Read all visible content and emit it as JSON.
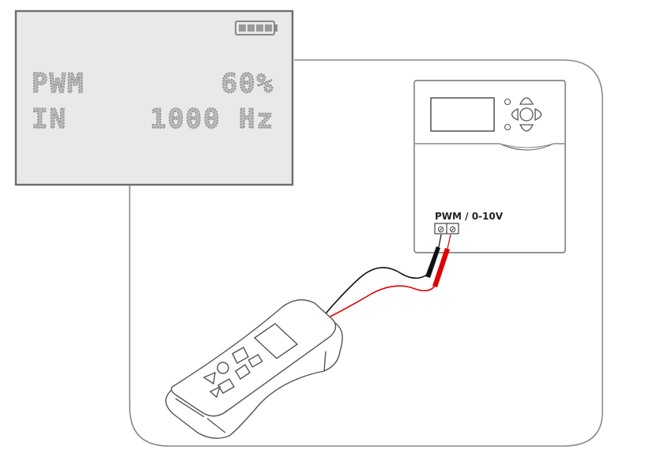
{
  "lcd": {
    "row1_label": "PWM",
    "row1_value": "60%",
    "row2_label": "IN",
    "row2_value": "1000 Hz",
    "battery_icon": "battery-full-icon"
  },
  "controller": {
    "terminal_label": "PWM / 0-10V",
    "terminal_symbol_left": "⊘",
    "terminal_symbol_right": "⊘",
    "button_icons": [
      "up-arrow-icon",
      "down-arrow-icon",
      "left-arrow-icon",
      "right-arrow-icon",
      "center-button-icon"
    ]
  },
  "colors": {
    "lcd_background": "#e9e9e9",
    "lcd_border": "#6d6d6d",
    "probe_black": "#111111",
    "probe_red": "#e00000",
    "outline": "#6f6f6f"
  }
}
